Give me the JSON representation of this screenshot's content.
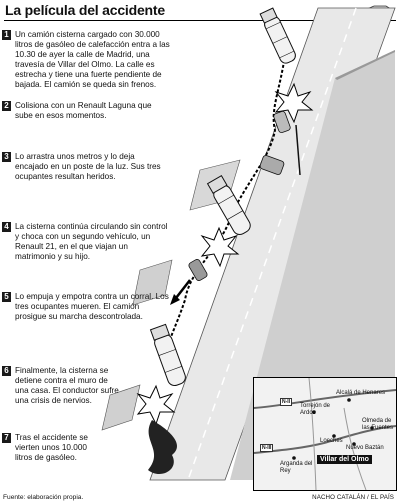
{
  "title": "La película del accidente",
  "steps": [
    {
      "num": "1",
      "text": "Un camión cisterna cargado con 30.000 litros de gasóleo de calefacción entra a las 10.30 de ayer la calle de Madrid, una travesía de Villar del Olmo. La calle es estrecha y tiene una fuerte pendiente de bajada. El camión se queda sin frenos."
    },
    {
      "num": "2",
      "text": "Colisiona con un Renault Laguna que sube en esos momentos."
    },
    {
      "num": "3",
      "text": "Lo arrastra unos metros y lo deja encajado en un poste de la luz. Sus tres ocupantes resultan heridos."
    },
    {
      "num": "4",
      "text": "La cisterna continúa circulando sin control y choca con un segundo vehículo, un Renault 21, en el que viajan un matrimonio y su hijo."
    },
    {
      "num": "5",
      "text": "Lo empuja y empotra contra un corral. Los tres ocupantes mueren. El camión prosigue su marcha descontrolada."
    },
    {
      "num": "6",
      "text": "Finalmente, la cisterna se detiene contra el muro de una casa. El conductor sufre una crisis de nervios."
    },
    {
      "num": "7",
      "text": "Tras el accidente se vierten unos 10.000 litros de gasóleo."
    }
  ],
  "map": {
    "highlight": "Villar del Olmo",
    "towns": [
      "Alcalá de Henares",
      "Torrejón de Ardoz",
      "Olmeda de las Fuentes",
      "Loeches",
      "Nuevo Baztán",
      "Arganda del Rey"
    ],
    "roads": [
      "N-II",
      "N-III"
    ]
  },
  "source": "Fuente: elaboración propia.",
  "credit": "NACHO CATALÁN / EL PAÍS"
}
